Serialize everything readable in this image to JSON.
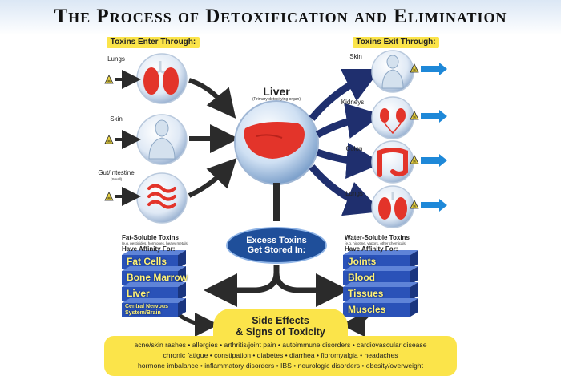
{
  "title": "The Process of Detoxification and Elimination",
  "enter_label": "Toxins Enter Through:",
  "exit_label": "Toxins Exit Through:",
  "enter_organs": [
    {
      "name": "Lungs",
      "note": ""
    },
    {
      "name": "Skin",
      "note": ""
    },
    {
      "name": "Gut/Intestine",
      "note": "(Small)"
    }
  ],
  "liver": {
    "name": "Liver",
    "note": "(Primary detoxifying organ)"
  },
  "exit_organs": [
    "Skin",
    "Kidneys",
    "Colon",
    "Lungs"
  ],
  "excess": {
    "line1": "Excess Toxins",
    "line2": "Get Stored In:"
  },
  "fat_soluble": {
    "heading1": "Fat-Soluble Toxins",
    "note": "(e.g. pesticides, hormones, heavy metals)",
    "heading2": "Have Affinity For:",
    "items": [
      "Fat Cells",
      "Bone Marrow",
      "Liver"
    ],
    "last_item_line1": "Central Nervous",
    "last_item_line2": "System/Brain"
  },
  "water_soluble": {
    "heading1": "Water-Soluble Toxins",
    "note": "(e.g. nicotine, vapors, other chemicals)",
    "heading2": "Have Affinity For:",
    "items": [
      "Joints",
      "Blood",
      "Tissues",
      "Muscles"
    ]
  },
  "side_effects": {
    "line1": "Side Effects",
    "line2": "& Signs of Toxicity"
  },
  "symptoms": [
    "acne/skin rashes • allergies • arthritis/joint pain • autoimmune disorders • cardiovascular disease",
    "chronic fatigue • constipation • diabetes • diarrhea • fibromyalgia • headaches",
    "hormone imbalance • inflammatory disorders • IBS • neurologic disorders • obesity/overweight"
  ],
  "colors": {
    "navy": "#1f2f6e",
    "block_blue": "#2a52b8",
    "yellow": "#fbe44a",
    "organ_red": "#e3342a",
    "exit_arrow": "#1e88d8"
  },
  "icons": [
    "hazard-icon",
    "lungs-icon",
    "body-icon",
    "intestine-icon",
    "liver-icon",
    "kidneys-icon",
    "colon-icon"
  ]
}
